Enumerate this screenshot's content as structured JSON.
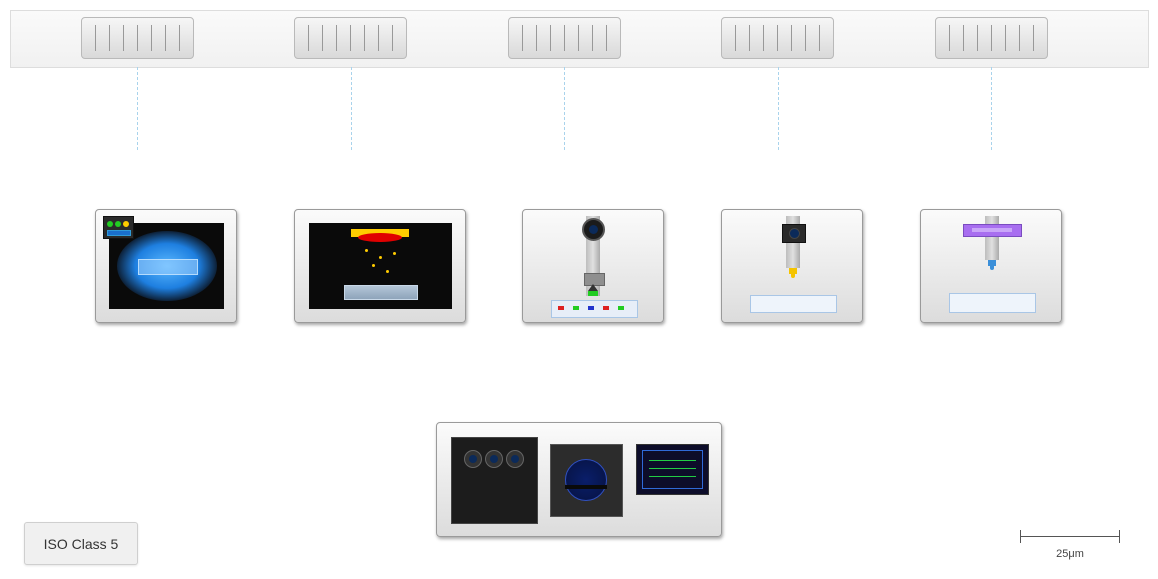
{
  "badge": {
    "label": "ISO Class 5"
  },
  "scale_bar": {
    "label": "25μm"
  },
  "colors": {
    "plasma_glow": "#1e90ff",
    "sputter_target": "#ffcc00",
    "sputter_plasma": "#e00000",
    "deposition_particles": "#ffcc00",
    "probe_tip_yellow": "#f5c400",
    "probe_tip_blue": "#3b8fd9",
    "purple_head": "#a86ef0",
    "status_green": "#22cc22",
    "status_red": "#dd2222",
    "status_blue": "#2233cc",
    "monitor_trace": "#22cc44"
  },
  "ffu_count": 5,
  "tools": [
    {
      "name": "plasma-etch-chamber",
      "indicator_lights": [
        "#22cc22",
        "#22cc22",
        "#ffcc00"
      ]
    },
    {
      "name": "sputter-deposition-chamber"
    },
    {
      "name": "microscope-inspection-station",
      "status_leds": [
        "#dd2222",
        "#22cc22",
        "#2233cc",
        "#dd2222",
        "#22cc22"
      ]
    },
    {
      "name": "probe-dispense-station-yellow"
    },
    {
      "name": "probe-dispense-station-purple"
    }
  ],
  "control_console": {
    "knobs": 3,
    "monitor_trace_lines": 3
  }
}
